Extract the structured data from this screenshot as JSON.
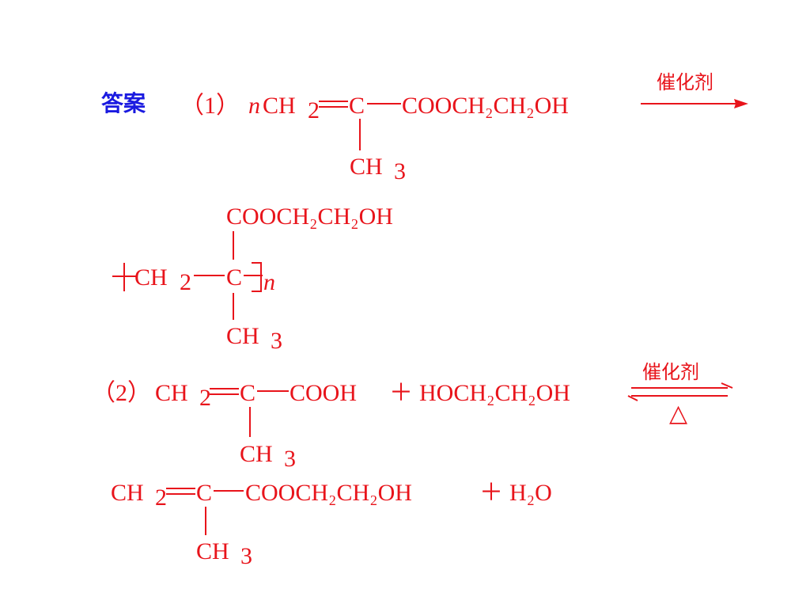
{
  "answer_label": "答案",
  "part1": {
    "num": "（1）",
    "n": "n",
    "reactant": {
      "lhs": "CH",
      "sub": "2",
      "c": "C",
      "chain": "COOCH₂CH₂OH",
      "branch": "CH",
      "branch_sub": "3"
    },
    "catalyst": "催化剂",
    "product": {
      "top": "COOCH₂CH₂OH",
      "left": "CH",
      "left_sub": "2",
      "c": "C",
      "n": "n",
      "bottom": "CH",
      "bottom_sub": "3"
    }
  },
  "part2": {
    "num": "（2）",
    "reactant1": {
      "lhs": "CH",
      "sub": "2",
      "c": "C",
      "chain": "COOH",
      "branch": "CH",
      "branch_sub": "3"
    },
    "plus": "＋",
    "reactant2": "HOCH₂CH₂OH",
    "catalyst": "催化剂",
    "heat": "△",
    "product": {
      "lhs": "CH",
      "sub": "2",
      "c": "C",
      "chain": "COOCH₂CH₂OH",
      "branch": "CH",
      "branch_sub": "3"
    },
    "plus2": "＋",
    "water": "H₂O"
  },
  "colors": {
    "formula": "#e8141b",
    "label": "#1a1ae0",
    "background": "#ffffff"
  }
}
